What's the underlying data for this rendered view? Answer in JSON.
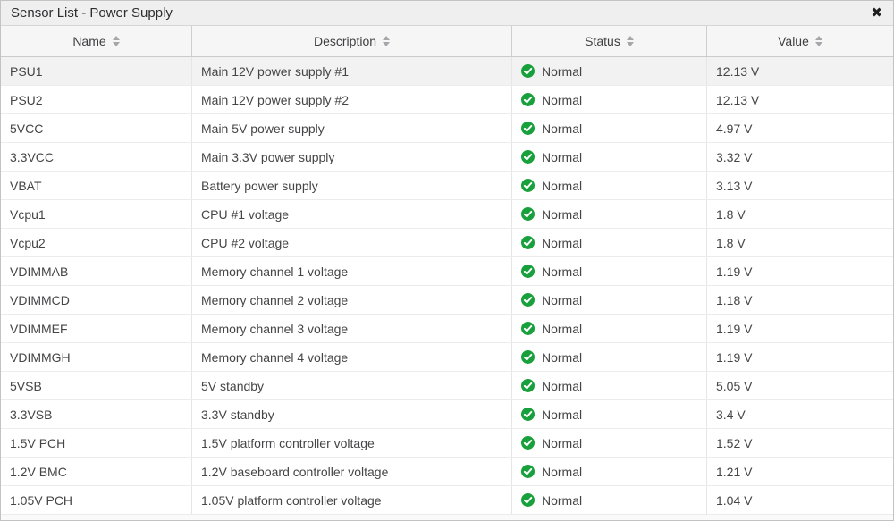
{
  "panel": {
    "title": "Sensor List - Power Supply",
    "close_glyph": "✖"
  },
  "colors": {
    "status_ok_green": "#18A03C",
    "titlebar_bg": "#efeff0",
    "header_bg": "#f6f6f7",
    "row_highlight": "#f2f2f3"
  },
  "icons": {
    "close": "close-icon",
    "sort": "sort-up-down-icon",
    "status_ok": "check-circle-icon"
  },
  "table": {
    "columns": [
      {
        "label": "Name"
      },
      {
        "label": "Description"
      },
      {
        "label": "Status"
      },
      {
        "label": "Value"
      }
    ],
    "rows": [
      {
        "name": "PSU1",
        "description": "Main 12V power supply #1",
        "status": "Normal",
        "value": "12.13 V"
      },
      {
        "name": "PSU2",
        "description": "Main 12V power supply #2",
        "status": "Normal",
        "value": "12.13 V"
      },
      {
        "name": "5VCC",
        "description": "Main 5V power supply",
        "status": "Normal",
        "value": "4.97 V"
      },
      {
        "name": "3.3VCC",
        "description": "Main 3.3V power supply",
        "status": "Normal",
        "value": "3.32 V"
      },
      {
        "name": "VBAT",
        "description": "Battery power supply",
        "status": "Normal",
        "value": "3.13 V"
      },
      {
        "name": "Vcpu1",
        "description": "CPU #1 voltage",
        "status": "Normal",
        "value": "1.8 V"
      },
      {
        "name": "Vcpu2",
        "description": "CPU #2 voltage",
        "status": "Normal",
        "value": "1.8 V"
      },
      {
        "name": "VDIMMAB",
        "description": "Memory channel 1 voltage",
        "status": "Normal",
        "value": "1.19 V"
      },
      {
        "name": "VDIMMCD",
        "description": "Memory channel 2 voltage",
        "status": "Normal",
        "value": "1.18 V"
      },
      {
        "name": "VDIMMEF",
        "description": "Memory channel 3 voltage",
        "status": "Normal",
        "value": "1.19 V"
      },
      {
        "name": "VDIMMGH",
        "description": "Memory channel 4 voltage",
        "status": "Normal",
        "value": "1.19 V"
      },
      {
        "name": "5VSB",
        "description": "5V standby",
        "status": "Normal",
        "value": "5.05 V"
      },
      {
        "name": "3.3VSB",
        "description": "3.3V standby",
        "status": "Normal",
        "value": "3.4 V"
      },
      {
        "name": "1.5V PCH",
        "description": "1.5V platform controller voltage",
        "status": "Normal",
        "value": "1.52 V"
      },
      {
        "name": "1.2V BMC",
        "description": "1.2V baseboard controller voltage",
        "status": "Normal",
        "value": "1.21 V"
      },
      {
        "name": "1.05V PCH",
        "description": "1.05V platform controller voltage",
        "status": "Normal",
        "value": "1.04 V"
      }
    ]
  }
}
